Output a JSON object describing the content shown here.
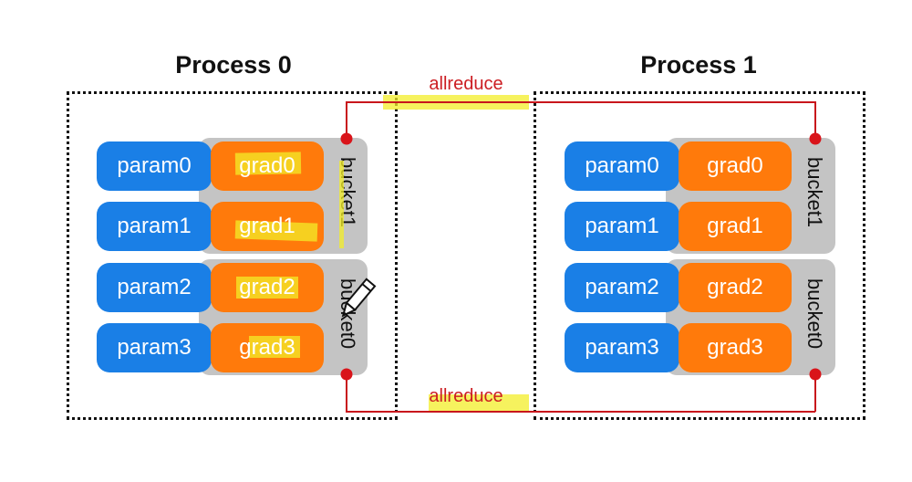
{
  "processes": [
    {
      "title": "Process 0",
      "params": [
        "param0",
        "param1",
        "param2",
        "param3"
      ],
      "grads": [
        "grad0",
        "grad1",
        "grad2",
        "grad3"
      ],
      "buckets": [
        "bucket1",
        "bucket0"
      ]
    },
    {
      "title": "Process 1",
      "params": [
        "param0",
        "param1",
        "param2",
        "param3"
      ],
      "grads": [
        "grad0",
        "grad1",
        "grad2",
        "grad3"
      ],
      "buckets": [
        "bucket1",
        "bucket0"
      ]
    }
  ],
  "allreduce": {
    "top_label": "allreduce",
    "bottom_label": "allreduce"
  },
  "colors": {
    "param": "#1a7fe6",
    "grad": "#ff7a0b",
    "bucket": "#c4c4c4",
    "connector": "#c8161c",
    "highlight": "#f3ee28"
  },
  "icons": [
    "pencil-cursor-icon"
  ]
}
